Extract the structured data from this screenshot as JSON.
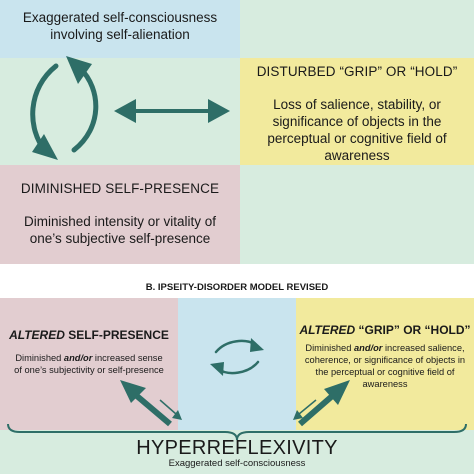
{
  "colors": {
    "blue": "#c9e4ee",
    "green": "#d7ecdf",
    "yellow": "#f2ea9d",
    "pink": "#e2cdd0",
    "arrow": "#2e6e67"
  },
  "top": {
    "box_self_consciousness": {
      "line1": "Exaggerated self-consciousness",
      "line2": "involving self-alienation"
    },
    "box_grip": {
      "title": "DISTURBED “GRIP” OR “HOLD”",
      "line1": "Loss of salience, stability, or",
      "line2": "significance of objects in the",
      "line3": "perceptual or cognitive field of",
      "line4": "awareness"
    },
    "box_presence": {
      "title": "DIMINISHED SELF-PRESENCE",
      "line1": "Diminished intensity or vitality of",
      "line2": "one’s subjective self-presence"
    }
  },
  "section_b": {
    "heading": "B.  IPSEITY-DISORDER MODEL REVISED"
  },
  "bottom": {
    "left": {
      "title_em": "ALTERED",
      "title_rest": " SELF-PRESENCE",
      "line1_a": "Diminished ",
      "line1_em": "and/or",
      "line1_b": " increased sense",
      "line2": "of one’s subjectivity or self-presence"
    },
    "right": {
      "title_em": "ALTERED",
      "title_rest": " “GRIP” OR “HOLD”",
      "line1_a": "Diminished ",
      "line1_em": "and/or",
      "line1_b": " increased salience,",
      "line2": "coherence, or significance of objects in",
      "line3": "the perceptual or cognitive field of",
      "line4": "awareness"
    },
    "hyper": {
      "title": "HYPERREFLEXIVITY",
      "subtitle": "Exaggerated self-consciousness"
    }
  }
}
